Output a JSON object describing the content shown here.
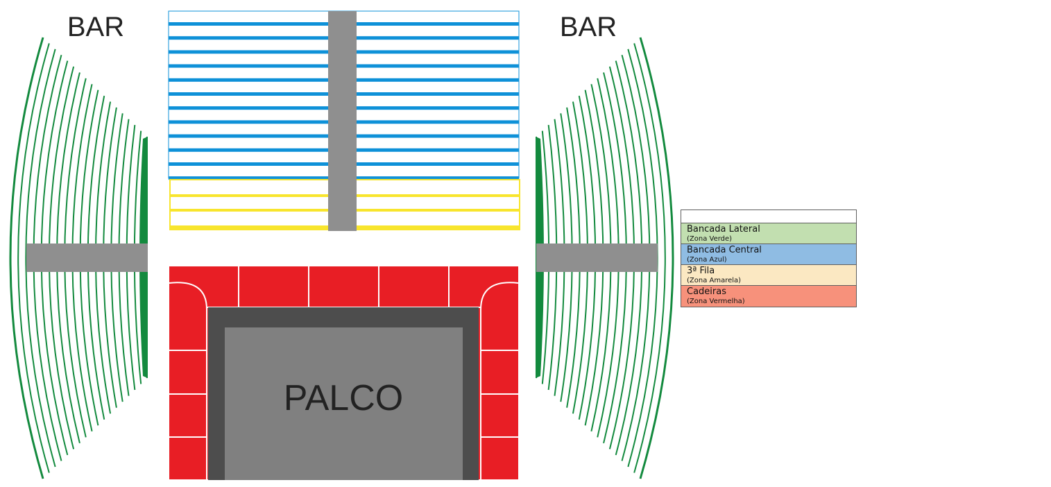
{
  "labels": {
    "bar_left": "BAR",
    "bar_right": "BAR",
    "stage": "PALCO"
  },
  "legend": {
    "items": [
      {
        "title": "Bancada Lateral",
        "sub": "(Zona Verde)",
        "color": "#c2dfb0"
      },
      {
        "title": "Bancada Central",
        "sub": "(Zona Azul)",
        "color": "#8fbce3"
      },
      {
        "title": "3ª Fila",
        "sub": "(Zona Amarela)",
        "color": "#fbe8c2"
      },
      {
        "title": "Cadeiras",
        "sub": "(Zona Vermelha)",
        "color": "#f7917b"
      }
    ]
  },
  "colors": {
    "green": "#138a3e",
    "blue": "#0e91d8",
    "yellow": "#f8e52d",
    "red": "#e81e25",
    "aisle": "#8f8f8f",
    "stage_frame": "#4d4d4d",
    "stage": "#808080"
  }
}
